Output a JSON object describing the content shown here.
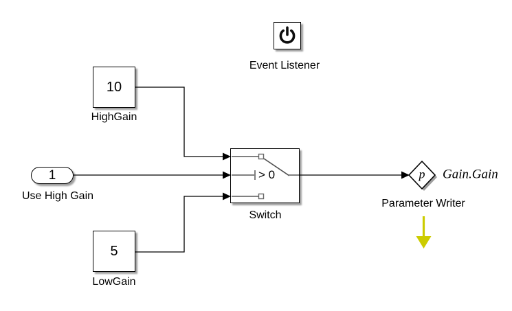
{
  "diagram": {
    "event_listener": {
      "label": "Event Listener",
      "icon": "power-icon"
    },
    "high_gain": {
      "value": "10",
      "label": "HighGain"
    },
    "use_high_gain": {
      "value": "1",
      "label": "Use High Gain"
    },
    "low_gain": {
      "value": "5",
      "label": "LowGain"
    },
    "switch_block": {
      "criteria": "> 0",
      "label": "Switch"
    },
    "parameter_writer": {
      "symbol": "p",
      "parameter": "Gain.Gain",
      "label": "Parameter Writer"
    }
  },
  "colors": {
    "background": "#ffffff",
    "wire": "#000000",
    "switch_internal": "#808080",
    "highlight_arrow": "#cccc00"
  }
}
